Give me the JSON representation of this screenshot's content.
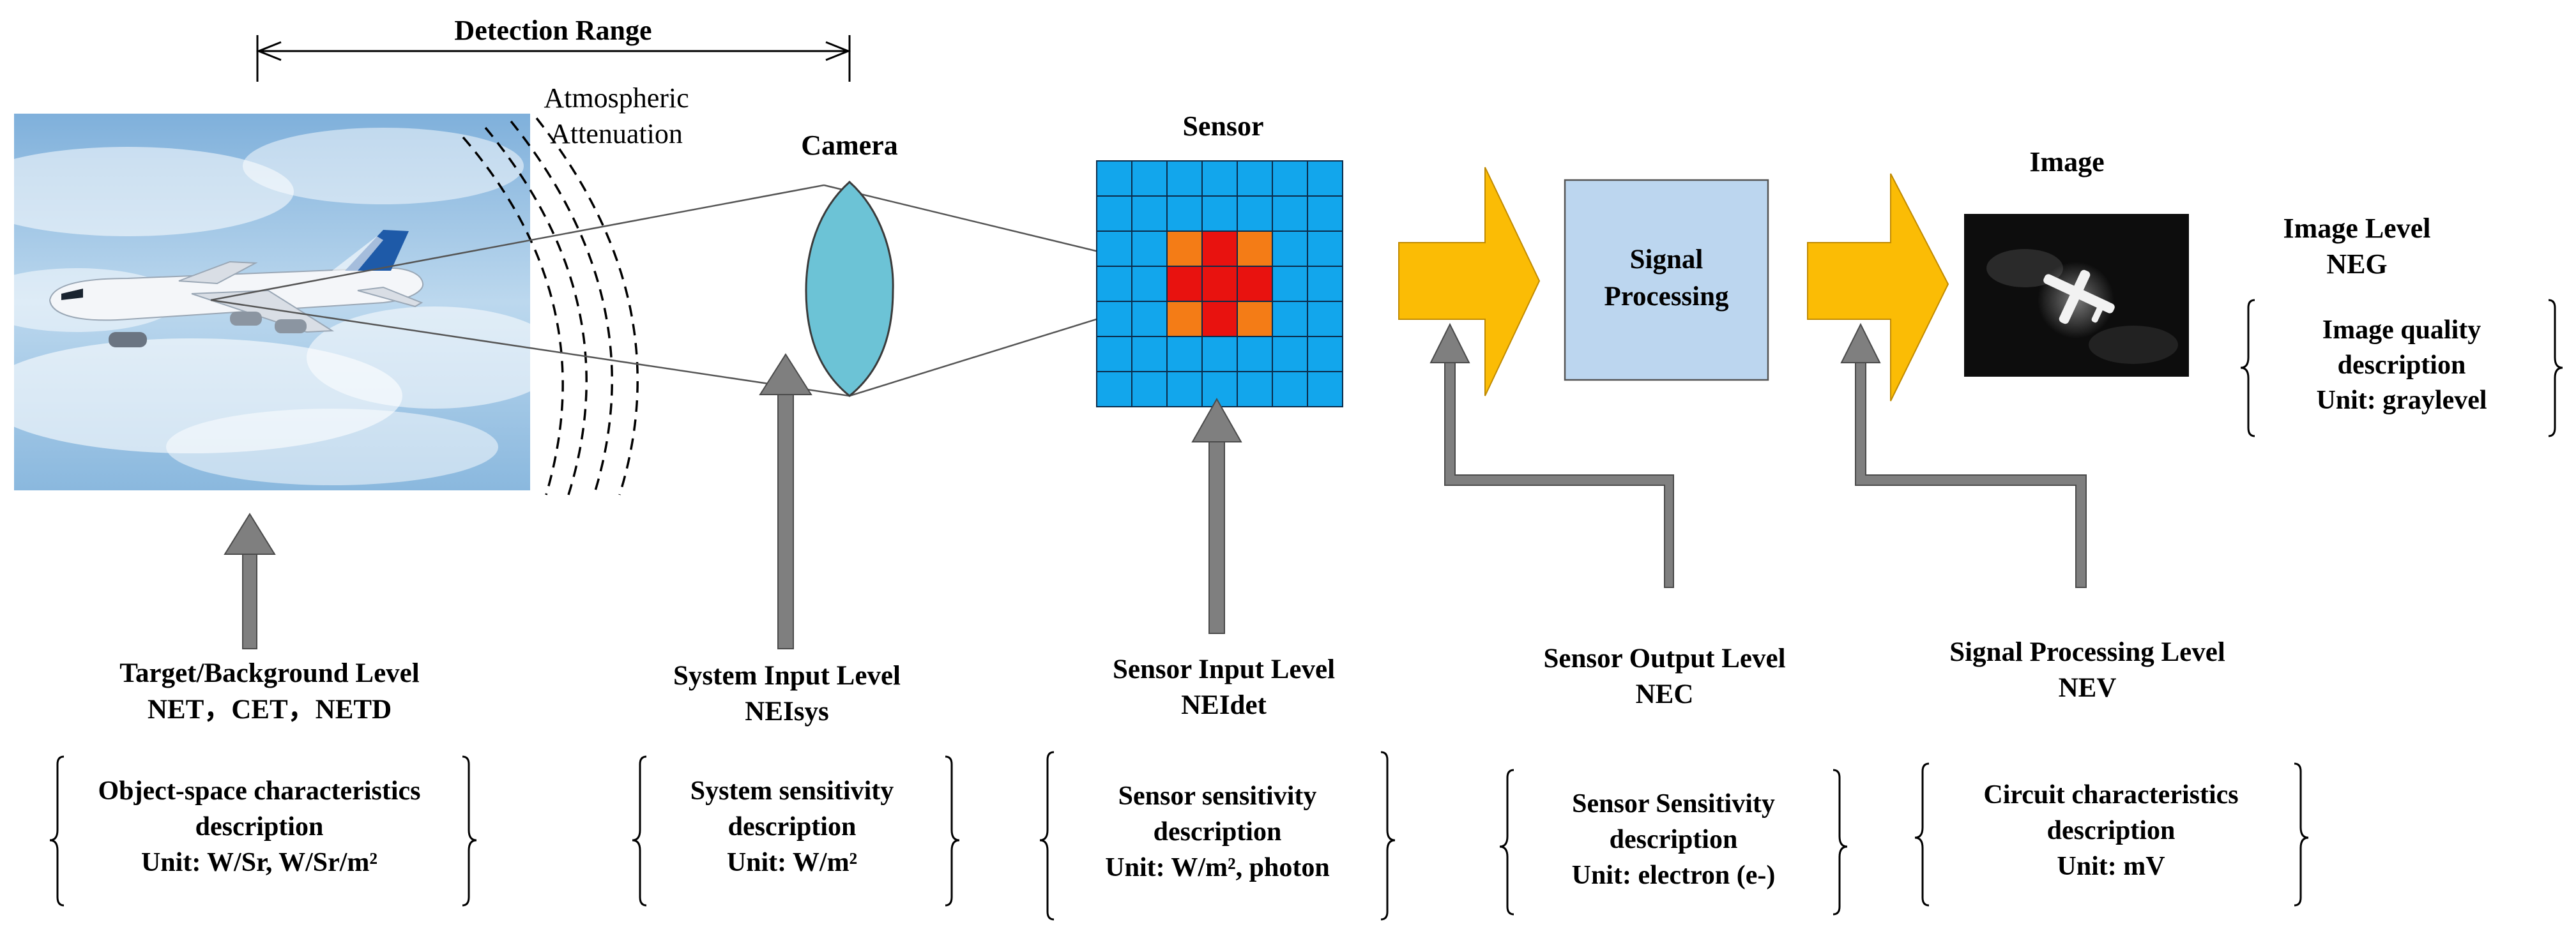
{
  "detection_range": "Detection Range",
  "atmospheric": {
    "line1": "Atmospheric",
    "line2": "Attenuation"
  },
  "camera": "Camera",
  "sensor": "Sensor",
  "signal_processing": {
    "line1": "Signal",
    "line2": "Processing"
  },
  "image": "Image",
  "image_level": {
    "title1": "Image Level",
    "title2": "NEG",
    "desc1": "Image quality",
    "desc2": "description",
    "unit": "Unit: graylevel"
  },
  "target_level": {
    "title1": "Target/Background Level",
    "title2": "NET，CET，NETD",
    "desc1": "Object-space characteristics",
    "desc2": "description",
    "unit": "Unit: W/Sr, W/Sr/m²"
  },
  "system_input_level": {
    "title1": "System Input Level",
    "title2": "NEIsys",
    "desc1": "System sensitivity",
    "desc2": "description",
    "unit": "Unit: W/m²"
  },
  "sensor_input_level": {
    "title1": "Sensor Input Level",
    "title2": "NEIdet",
    "desc1": "Sensor sensitivity",
    "desc2": "description",
    "unit": "Unit: W/m², photon"
  },
  "sensor_output_level": {
    "title1": "Sensor Output Level",
    "title2": "NEC",
    "desc1": "Sensor Sensitivity",
    "desc2": "description",
    "unit": "Unit: electron (e-)"
  },
  "signal_processing_level": {
    "title1": "Signal Processing Level",
    "title2": "NEV",
    "desc1": "Circuit characteristics",
    "desc2": "description",
    "unit": "Unit: mV"
  },
  "colors": {
    "sky": "#a9cbe6",
    "lens": "#6cc3d6",
    "sensor_cell": "#12a6ec",
    "sensor_hot": "#e8120f",
    "sensor_warm": "#f47c16",
    "chevron": "#fbbc05",
    "processing_box": "#bcd6ef",
    "pointer": "#7f7f7f"
  }
}
